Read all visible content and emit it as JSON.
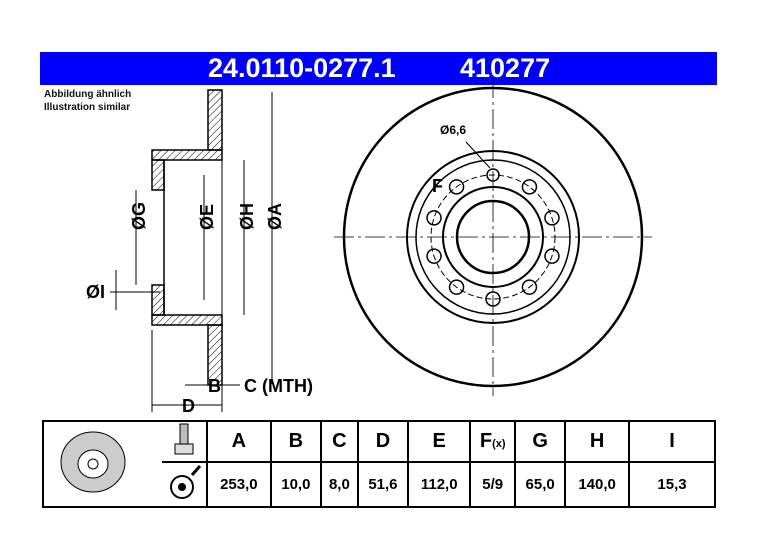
{
  "header": {
    "part_number": "24.0110-0277.1",
    "alt_number": "410277"
  },
  "note": {
    "line1": "Abbildung ähnlich",
    "line2": "Illustration similar"
  },
  "drawing": {
    "labels": {
      "G": "ØG",
      "E": "ØE",
      "H": "ØH",
      "A": "ØA",
      "I": "ØI",
      "B": "B",
      "C": "C (MTH)",
      "D": "D",
      "hole": "Ø6,6",
      "F": "F"
    }
  },
  "table": {
    "headers": [
      "A",
      "B",
      "C",
      "D",
      "E",
      "F",
      "G",
      "H",
      "I"
    ],
    "f_suffix": "(x)",
    "values": [
      "253,0",
      "10,0",
      "8,0",
      "51,6",
      "112,0",
      "5/9",
      "65,0",
      "140,0",
      "15,3"
    ],
    "icons": [
      "brake-disc-icon",
      "bolt-icon",
      "spray-icon"
    ]
  }
}
